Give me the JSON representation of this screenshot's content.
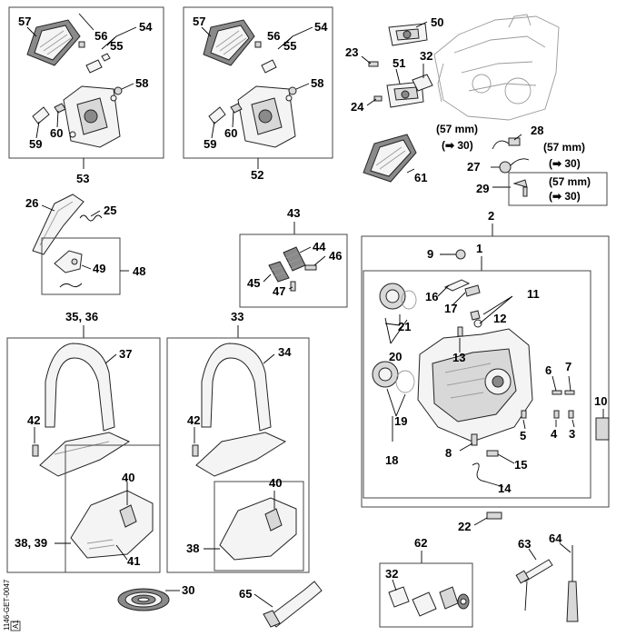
{
  "diagram_code": "1146-GET-0047",
  "revision": "A1",
  "callouts": {
    "n2": "2",
    "n1": "1",
    "n3": "3",
    "n4": "4",
    "n5": "5",
    "n6": "6",
    "n7": "7",
    "n8": "8",
    "n9": "9",
    "n10": "10",
    "n11": "11",
    "n12": "12",
    "n13": "13",
    "n14": "14",
    "n15": "15",
    "n16": "16",
    "n17": "17",
    "n18": "18",
    "n19": "19",
    "n20": "20",
    "n21": "21",
    "n22": "22",
    "n23": "23",
    "n24": "24",
    "n25": "25",
    "n26": "26",
    "n27": "27",
    "n28": "28",
    "n29": "29",
    "n30": "30",
    "n32a": "32",
    "n32b": "32",
    "n33": "33",
    "n34": "34",
    "n3536": "35, 36",
    "n37": "37",
    "n3839": "38, 39",
    "n38": "38",
    "n40a": "40",
    "n40b": "40",
    "n41": "41",
    "n42a": "42",
    "n42b": "42",
    "n43": "43",
    "n44": "44",
    "n45": "45",
    "n46": "46",
    "n47": "47",
    "n48": "48",
    "n49": "49",
    "n50": "50",
    "n51": "51",
    "n52": "52",
    "n53": "53",
    "n54a": "54",
    "n54b": "54",
    "n55a": "55",
    "n55b": "55",
    "n56a": "56",
    "n56b": "56",
    "n57a": "57",
    "n57b": "57",
    "n58a": "58",
    "n58b": "58",
    "n59a": "59",
    "n59b": "59",
    "n60a": "60",
    "n60b": "60",
    "n61": "61",
    "n62": "62",
    "n63": "63",
    "n64": "64",
    "n65": "65"
  },
  "notes": {
    "len57a": "(57 mm)",
    "ref30a": "(➡ 30)",
    "len57b": "(57 mm)",
    "ref30b": "(➡ 30)",
    "len57c": "(57 mm)",
    "ref30c": "(➡ 30)"
  }
}
